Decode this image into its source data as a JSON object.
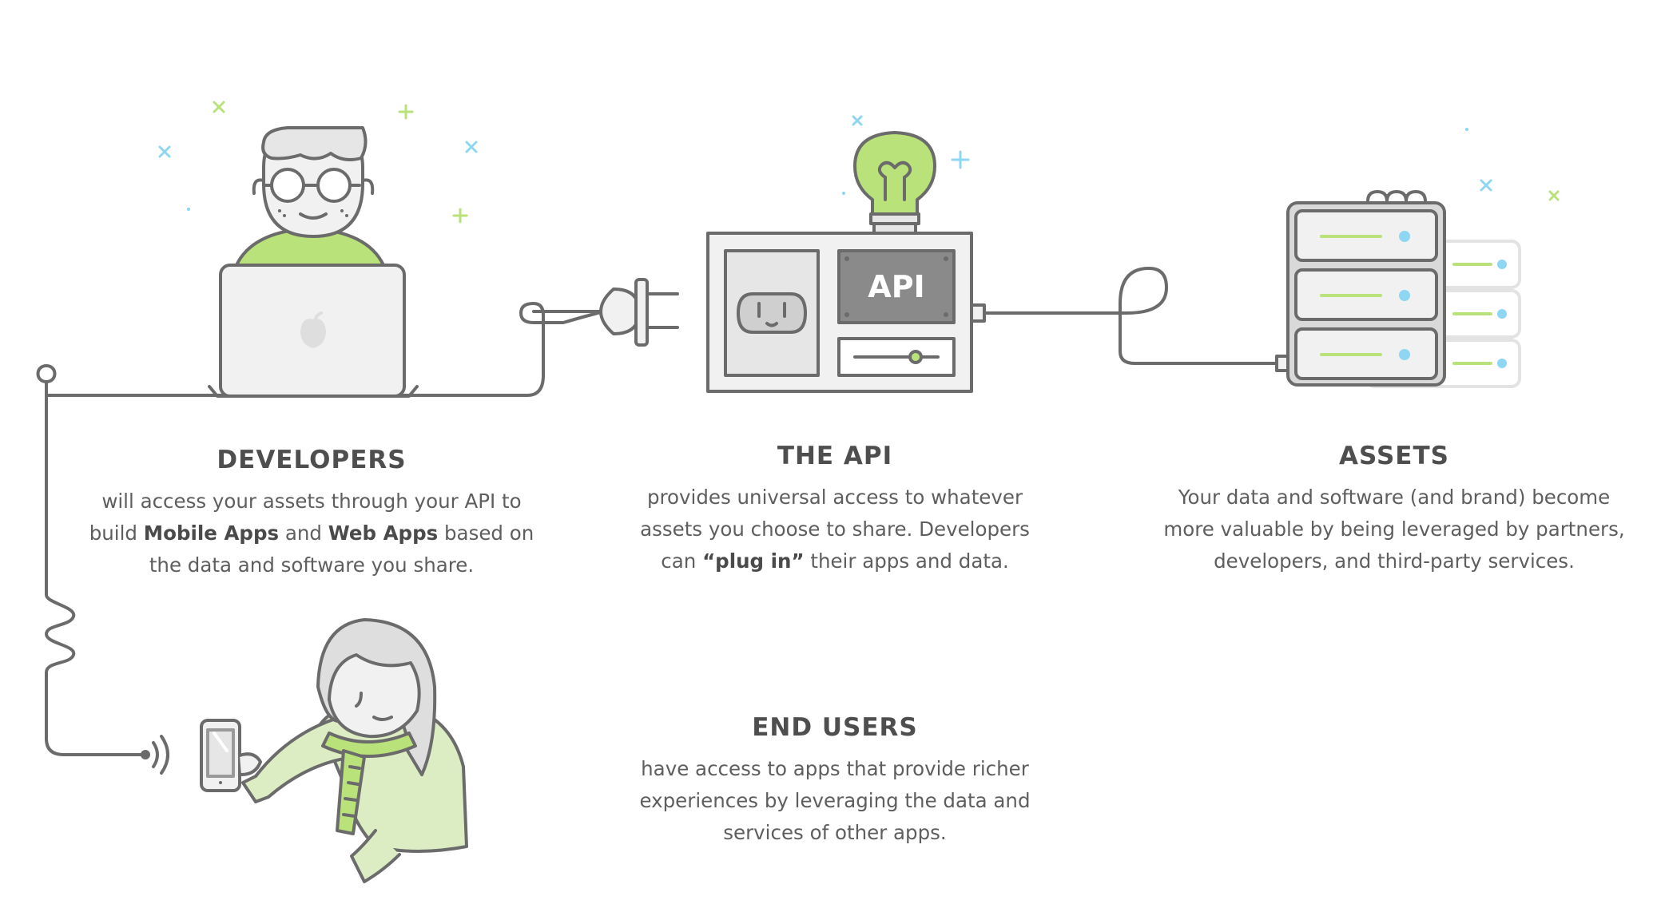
{
  "developers": {
    "title": "DEVELOPERS",
    "line1": "will access your assets through your API to",
    "line2_a": "build ",
    "line2_b": "Mobile Apps",
    "line2_c": " and ",
    "line2_d": "Web Apps",
    "line2_e": " based on",
    "line3": "the data and software you share."
  },
  "api": {
    "title": "THE API",
    "box_label": "API",
    "line1": "provides universal access to whatever",
    "line2": "assets you choose to share. Developers",
    "line3_a": "can ",
    "line3_b": "“plug in”",
    "line3_c": " their apps and data."
  },
  "assets": {
    "title": "ASSETS",
    "line1": "Your data and software (and brand) become",
    "line2": "more valuable by being leveraged by partners,",
    "line3": "developers, and third-party services."
  },
  "end_users": {
    "title": "END USERS",
    "line1": "have access to apps that provide richer",
    "line2": "experiences by leveraging the data and",
    "line3": "services of other apps."
  },
  "colors": {
    "stroke": "#6b6b6b",
    "accent_green": "#b9e27a",
    "light_blue": "#8fd6f2",
    "fill_gray": "#f1f1f1",
    "dark_gray": "#808080"
  }
}
